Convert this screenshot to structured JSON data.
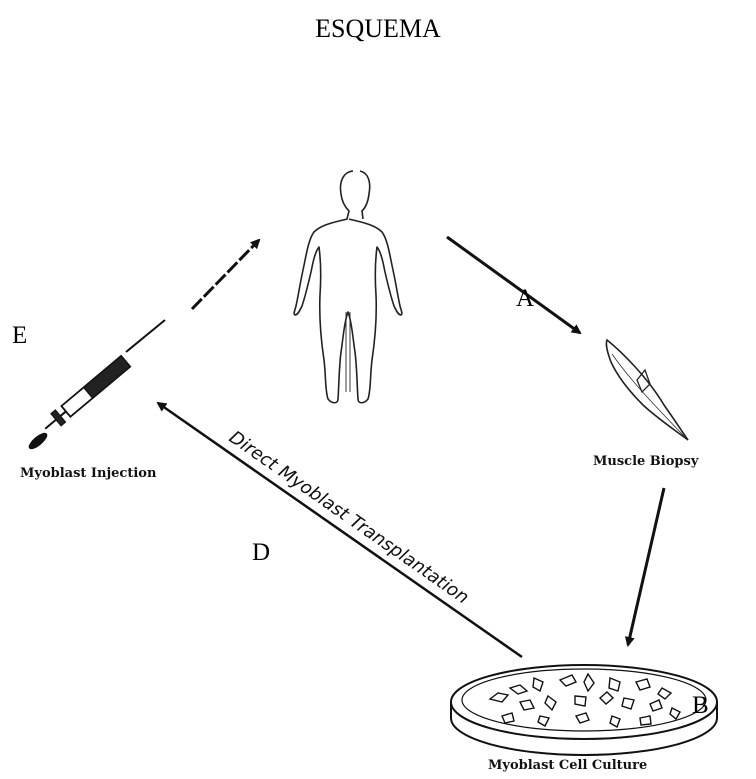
{
  "title": "ESQUEMA",
  "letters": {
    "a": "A",
    "b": "B",
    "d": "D",
    "e": "E"
  },
  "captions": {
    "muscle_biopsy": "Muscle Biopsy",
    "myoblast_cell_culture": "Myoblast Cell Culture",
    "myoblast_injection": "Myoblast Injection",
    "direct_transplantation": "Direct Myoblast Transplantation"
  },
  "colors": {
    "ink": "#111111",
    "background": "#ffffff"
  }
}
